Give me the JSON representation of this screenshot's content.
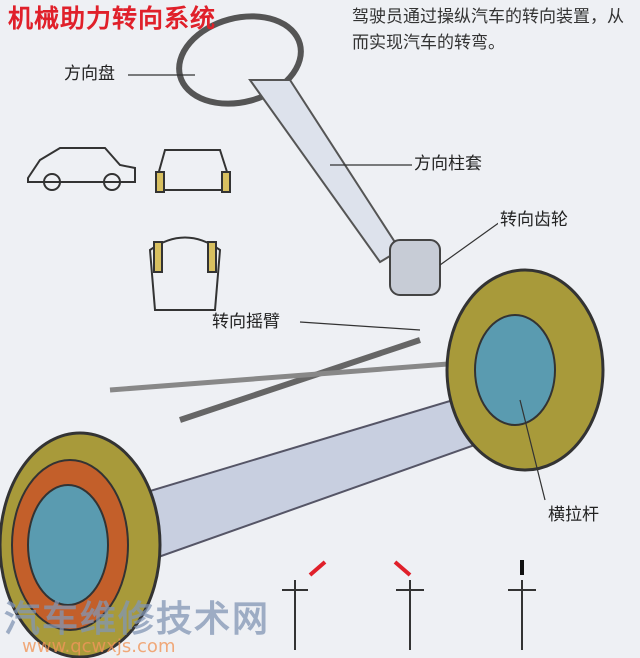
{
  "title": "机械助力转向系统",
  "description": "驾驶员通过操纵汽车的转向装置，从而实现汽车的转弯。",
  "labels": {
    "steering_wheel": "方向盘",
    "steering_column": "方向柱套",
    "steering_gear": "转向齿轮",
    "pitman_arm": "转向摇臂",
    "tie_rod": "横拉杆"
  },
  "watermark": {
    "name": "汽车维修技术网",
    "url": "www.qcwxjs.com"
  },
  "colors": {
    "title": "#e0202a",
    "tire": "#a89a3a",
    "hub": "#5a9bb0",
    "frame": "#c8cfe0"
  }
}
